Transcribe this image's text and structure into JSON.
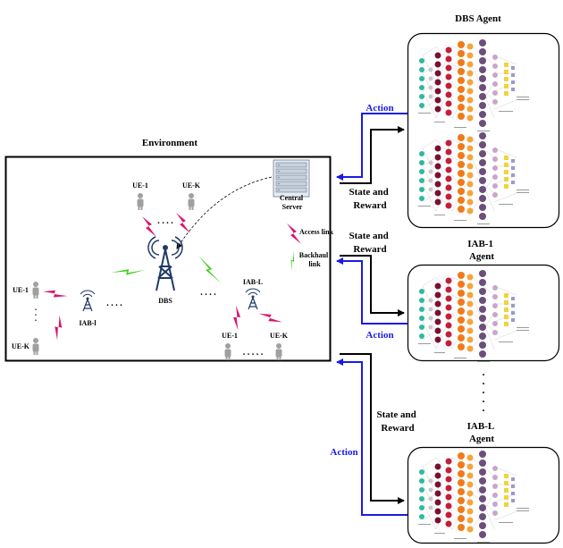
{
  "environment": {
    "title": "Environment",
    "central_server": [
      "Central",
      "Server"
    ],
    "dbs": "DBS",
    "iab_l_node": "IAB-L",
    "iab_l_left": "IAB-l",
    "ue_1": "UE-1",
    "ue_k": "UE-K",
    "legend": {
      "access_link": "Access link",
      "backhaul_link": [
        "Backhaul",
        "link"
      ]
    }
  },
  "agents": {
    "dbs": [
      "DBS Agent"
    ],
    "iab_1": [
      "IAB-1",
      "Agent"
    ],
    "iab_l": [
      "IAB-L",
      "Agent"
    ]
  },
  "flows": {
    "action": "Action",
    "state_reward": [
      "State and",
      "Reward"
    ]
  },
  "colors": {
    "action_arrow": "#1a1ae6",
    "state_arrow": "#000000",
    "access_link": "#d6156e",
    "backhaul_link": "#3dcc1a",
    "ue_icon": "#a0a0a0",
    "tower": "#1f3a66"
  }
}
